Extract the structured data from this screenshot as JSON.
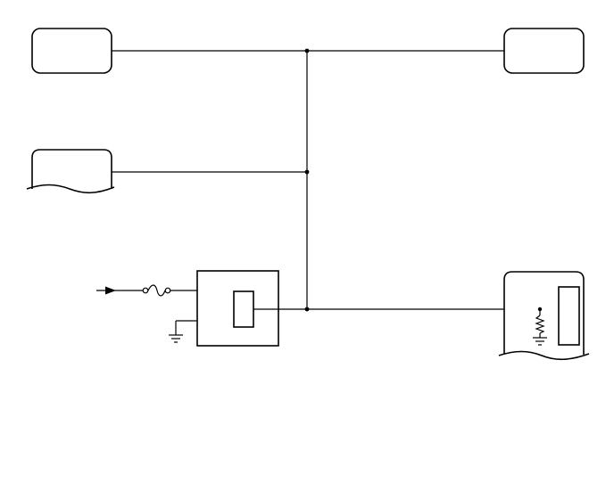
{
  "diagram": {
    "kind": "wiring-schematic",
    "labels_printed": false,
    "components": [
      {
        "id": "module-top-left",
        "shape": "rounded-box"
      },
      {
        "id": "module-top-right",
        "shape": "rounded-box"
      },
      {
        "id": "module-mid-left",
        "shape": "connector-torn"
      },
      {
        "id": "relay-unit",
        "shape": "box-with-inner-element"
      },
      {
        "id": "terminating-module",
        "shape": "connector-torn-with-resistor"
      }
    ],
    "symbols": [
      "power-input-arrow",
      "fuse",
      "ground",
      "resistor",
      "splice-dot"
    ],
    "colors": {
      "line": "#000000",
      "background": "#ffffff"
    }
  }
}
